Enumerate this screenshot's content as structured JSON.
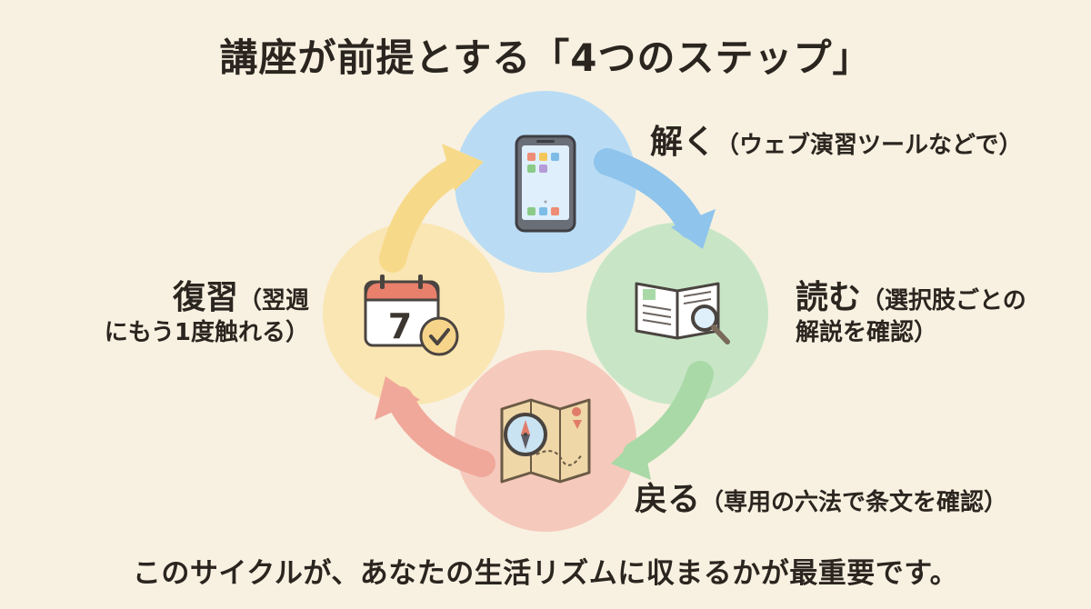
{
  "title": "講座が前提とする「4つのステップ」",
  "steps": [
    {
      "id": "solve",
      "main": "解く",
      "sub": "（ウェブ演習ツールなどで）",
      "icon": "smartphone-icon",
      "color": "#b9dcf4"
    },
    {
      "id": "read",
      "main": "読む",
      "sub_line1": "（選択肢ごとの",
      "sub_line2": "解説を確認）",
      "icon": "open-book-magnifier-icon",
      "color": "#c8e6c6"
    },
    {
      "id": "return",
      "main": "戻る",
      "sub": "（専用の六法で条文を確認）",
      "icon": "map-compass-icon",
      "color": "#f6c9bd"
    },
    {
      "id": "review",
      "main": "復習",
      "sub_line1": "（翌週",
      "sub_line2": "にもう1度触れる）",
      "icon": "calendar-check-icon",
      "color": "#fae6b3",
      "calendar_day": "7"
    }
  ],
  "arrow_colors": {
    "review_to_solve": "#f7d98a",
    "solve_to_read": "#8fc4ec",
    "read_to_return": "#a9d9a6",
    "return_to_review": "#f0a89a"
  },
  "footer": "このサイクルが、あなたの生活リズムに収まるかが最重要です。"
}
